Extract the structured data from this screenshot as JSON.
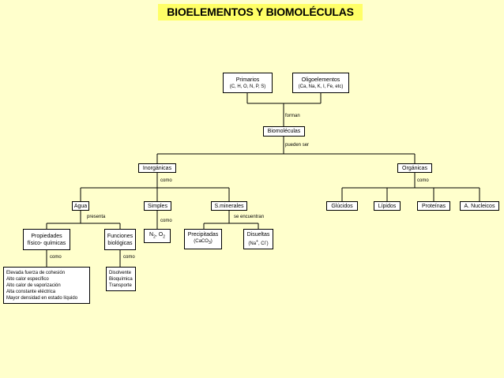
{
  "title": "BIOELEMENTOS Y BIOMOLÉCULAS",
  "nodes": {
    "primarios": {
      "label": "Primarios",
      "sub": "(C, H, O, N, P, S)"
    },
    "oligoelementos": {
      "label": "Oligoelementos",
      "sub": "(Ca, Na, K, I, Fe, etc)"
    },
    "biomoleculas": {
      "label": "Biomoléculas"
    },
    "inorganicas": {
      "label": "Inorgánicas"
    },
    "organicas": {
      "label": "Orgánicas"
    },
    "agua": {
      "label": "Agua"
    },
    "simples": {
      "label": "Simples"
    },
    "sminerales": {
      "label": "S.minerales"
    },
    "glucidos": {
      "label": "Glúcidos"
    },
    "lipidos": {
      "label": "Lípidos"
    },
    "proteinas": {
      "label": "Proteínas"
    },
    "anucleicos": {
      "label": "A. Nucleicos"
    },
    "propiedades": {
      "line1": "Propiedades",
      "line2": "físico- químicas"
    },
    "funciones": {
      "line1": "Funciones",
      "line2": "biológicas"
    },
    "gases": {
      "n": "N",
      "n_sub": "2",
      "sep": ", O",
      "o_sub": "2"
    },
    "precipitadas": {
      "label": "Precipitadas",
      "sub": "(CaCO",
      "sub_idx": "3",
      "sub_end": ")"
    },
    "disueltas": {
      "label": "Disueltas",
      "sub": "(Na",
      "sup1": "+",
      "sub_mid": ", Cl",
      "sup2": "-",
      "sub_end": ")"
    },
    "propiedades_list": [
      "Elevada fuerza de cohesión",
      "Alto calor específico",
      "Alto calor de vaporización",
      "Alta constante eléctrica",
      "Mayor densidad en estado líquido"
    ],
    "funciones_list": [
      "Disolvente",
      "Bioquímica",
      "Transporte"
    ]
  },
  "edge_labels": {
    "forman": "forman",
    "pueden_ser": "pueden ser",
    "como_inorg": "como",
    "como_org": "como",
    "presenta": "presenta",
    "como_simples": "como",
    "se_encuentran": "se encuentran",
    "como_prop": "como",
    "como_func": "como"
  },
  "colors": {
    "background": "#ffffcc",
    "title_bg": "#ffff66",
    "box": "#ffffff"
  }
}
